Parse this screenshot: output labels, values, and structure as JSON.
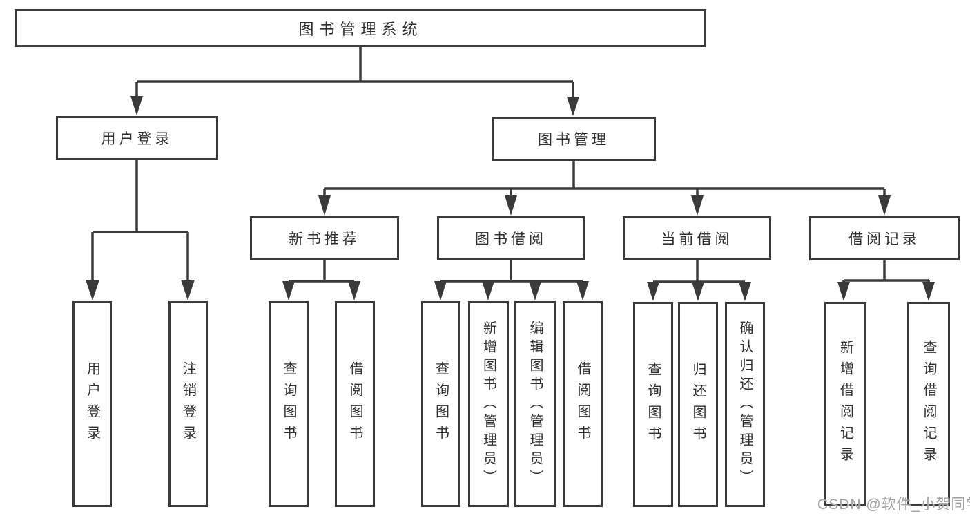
{
  "diagram": {
    "nodes": {
      "root": "图书管理系统",
      "userLogin": "用户登录",
      "bookMgmt": "图书管理",
      "newBookRec": "新书推荐",
      "bookBorrow": "图书借阅",
      "currentBorrow": "当前借阅",
      "borrowRecords": "借阅记录",
      "leafUserLogin": "用户登录",
      "leafLogout": "注销登录",
      "leafQueryBookRec": "查询图书",
      "leafBorrowBookRec": "借阅图书",
      "leafQueryBookBorrow": "查询图书",
      "leafAddBook": "新增图书（管理员）",
      "leafEditBook": "编辑图书（管理员）",
      "leafBorrowBook": "借阅图书",
      "leafQueryBookCurrent": "查询图书",
      "leafReturnBook": "归还图书",
      "leafConfirmReturn": "确认归还（管理员）",
      "leafAddRecord": "新增借阅记录",
      "leafQueryRecord": "查询借阅记录"
    },
    "edges": [
      [
        "root",
        "userLogin"
      ],
      [
        "root",
        "bookMgmt"
      ],
      [
        "userLogin",
        "leafUserLogin"
      ],
      [
        "userLogin",
        "leafLogout"
      ],
      [
        "bookMgmt",
        "newBookRec"
      ],
      [
        "bookMgmt",
        "bookBorrow"
      ],
      [
        "bookMgmt",
        "currentBorrow"
      ],
      [
        "bookMgmt",
        "borrowRecords"
      ],
      [
        "newBookRec",
        "leafQueryBookRec"
      ],
      [
        "newBookRec",
        "leafBorrowBookRec"
      ],
      [
        "bookBorrow",
        "leafQueryBookBorrow"
      ],
      [
        "bookBorrow",
        "leafAddBook"
      ],
      [
        "bookBorrow",
        "leafEditBook"
      ],
      [
        "bookBorrow",
        "leafBorrowBook"
      ],
      [
        "currentBorrow",
        "leafQueryBookCurrent"
      ],
      [
        "currentBorrow",
        "leafReturnBook"
      ],
      [
        "currentBorrow",
        "leafConfirmReturn"
      ],
      [
        "borrowRecords",
        "leafAddRecord"
      ],
      [
        "borrowRecords",
        "leafQueryRecord"
      ]
    ]
  },
  "watermark": "CSDN @软件_小贺同学",
  "colors": {
    "line": "#3a3a3a",
    "box_border": "#3a3a3a",
    "text": "#2e2e2e",
    "watermark": "#a0a0a0",
    "background": "#ffffff"
  }
}
